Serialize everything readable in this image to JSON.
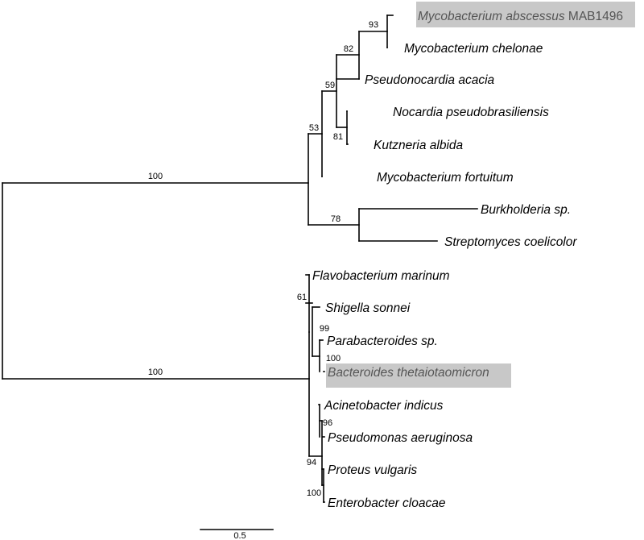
{
  "tree": {
    "highlight_color": "#c8c8c8",
    "line_color": "#000000",
    "leaves": [
      {
        "id": "mabs",
        "name": "Mycobacterium abscessus",
        "suffix": " MAB1496",
        "highlighted": true
      },
      {
        "id": "mche",
        "name": "Mycobacterium chelonae"
      },
      {
        "id": "paca",
        "name": "Pseudonocardia acacia"
      },
      {
        "id": "npse",
        "name": "Nocardia pseudobrasiliensis"
      },
      {
        "id": "kalb",
        "name": "Kutzneria albida"
      },
      {
        "id": "mfor",
        "name": "Mycobacterium fortuitum"
      },
      {
        "id": "burk",
        "name": "Burkholderia sp."
      },
      {
        "id": "scoe",
        "name": "Streptomyces coelicolor"
      },
      {
        "id": "fmar",
        "name": "Flavobacterium marinum"
      },
      {
        "id": "sson",
        "name": "Shigella sonnei"
      },
      {
        "id": "para",
        "name": "Parabacteroides sp."
      },
      {
        "id": "bthe",
        "name": "Bacteroides thetaiotaomicron",
        "highlighted": true
      },
      {
        "id": "aind",
        "name": "Acinetobacter indicus"
      },
      {
        "id": "paer",
        "name": "Pseudomonas aeruginosa"
      },
      {
        "id": "pvul",
        "name": "Proteus vulgaris"
      },
      {
        "id": "eclo",
        "name": "Enterobacter cloacae"
      }
    ],
    "support_values": [
      {
        "node": "mabs-mche",
        "value": "93"
      },
      {
        "node": "mabs-paca",
        "value": "82"
      },
      {
        "node": "npse-kalb",
        "value": "81"
      },
      {
        "node": "clade-59",
        "value": "59"
      },
      {
        "node": "clade-53",
        "value": "53"
      },
      {
        "node": "burk-scoe",
        "value": "78"
      },
      {
        "node": "upper-root",
        "value": "100"
      },
      {
        "node": "lower-root",
        "value": "100"
      },
      {
        "node": "clade-61",
        "value": "61"
      },
      {
        "node": "clade-99",
        "value": "99"
      },
      {
        "node": "para-bthe",
        "value": "100"
      },
      {
        "node": "aind-paer",
        "value": "96"
      },
      {
        "node": "clade-94",
        "value": "94"
      },
      {
        "node": "pvul-eclo",
        "value": "100"
      }
    ],
    "scale_bar": {
      "label": "0.5",
      "length": 0.5
    }
  }
}
